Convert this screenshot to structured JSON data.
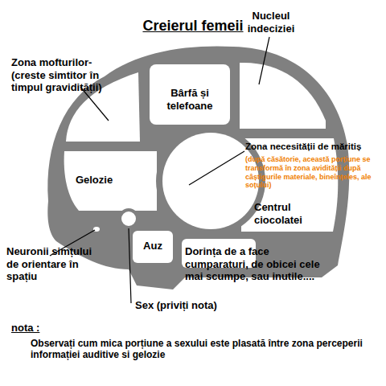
{
  "diagram": {
    "title": "Creierul femeii",
    "nodes": [
      {
        "text": [
          "Bârfă și telefoane"
        ]
      },
      {
        "text": [
          "Gelozie"
        ]
      },
      {
        "text": [
          "Centrul ciocolatei"
        ]
      },
      {
        "text": [
          "Auz"
        ]
      },
      {
        "text": [
          "Dorința de a face cumparaturi, de obicei cele mai scumpe, sau inutile...."
        ]
      }
    ],
    "labels": [
      "Zona mofturilor- (creste simtitor în timpul gravidității)",
      "Nucleul indeciziei",
      "Zona necesității de măritiș",
      "(după căsătorie, această porțiune se transformă în zona avidității după câștigurile materiale, bineînțeles, ale soțului)",
      "Neuronii simțului de orientare în spațiu",
      "Sex (priviți nota)",
      "nota :",
      "Observați cum mica porțiune a sexului este plasată între zona perceperii informației auditive si gelozie"
    ]
  }
}
